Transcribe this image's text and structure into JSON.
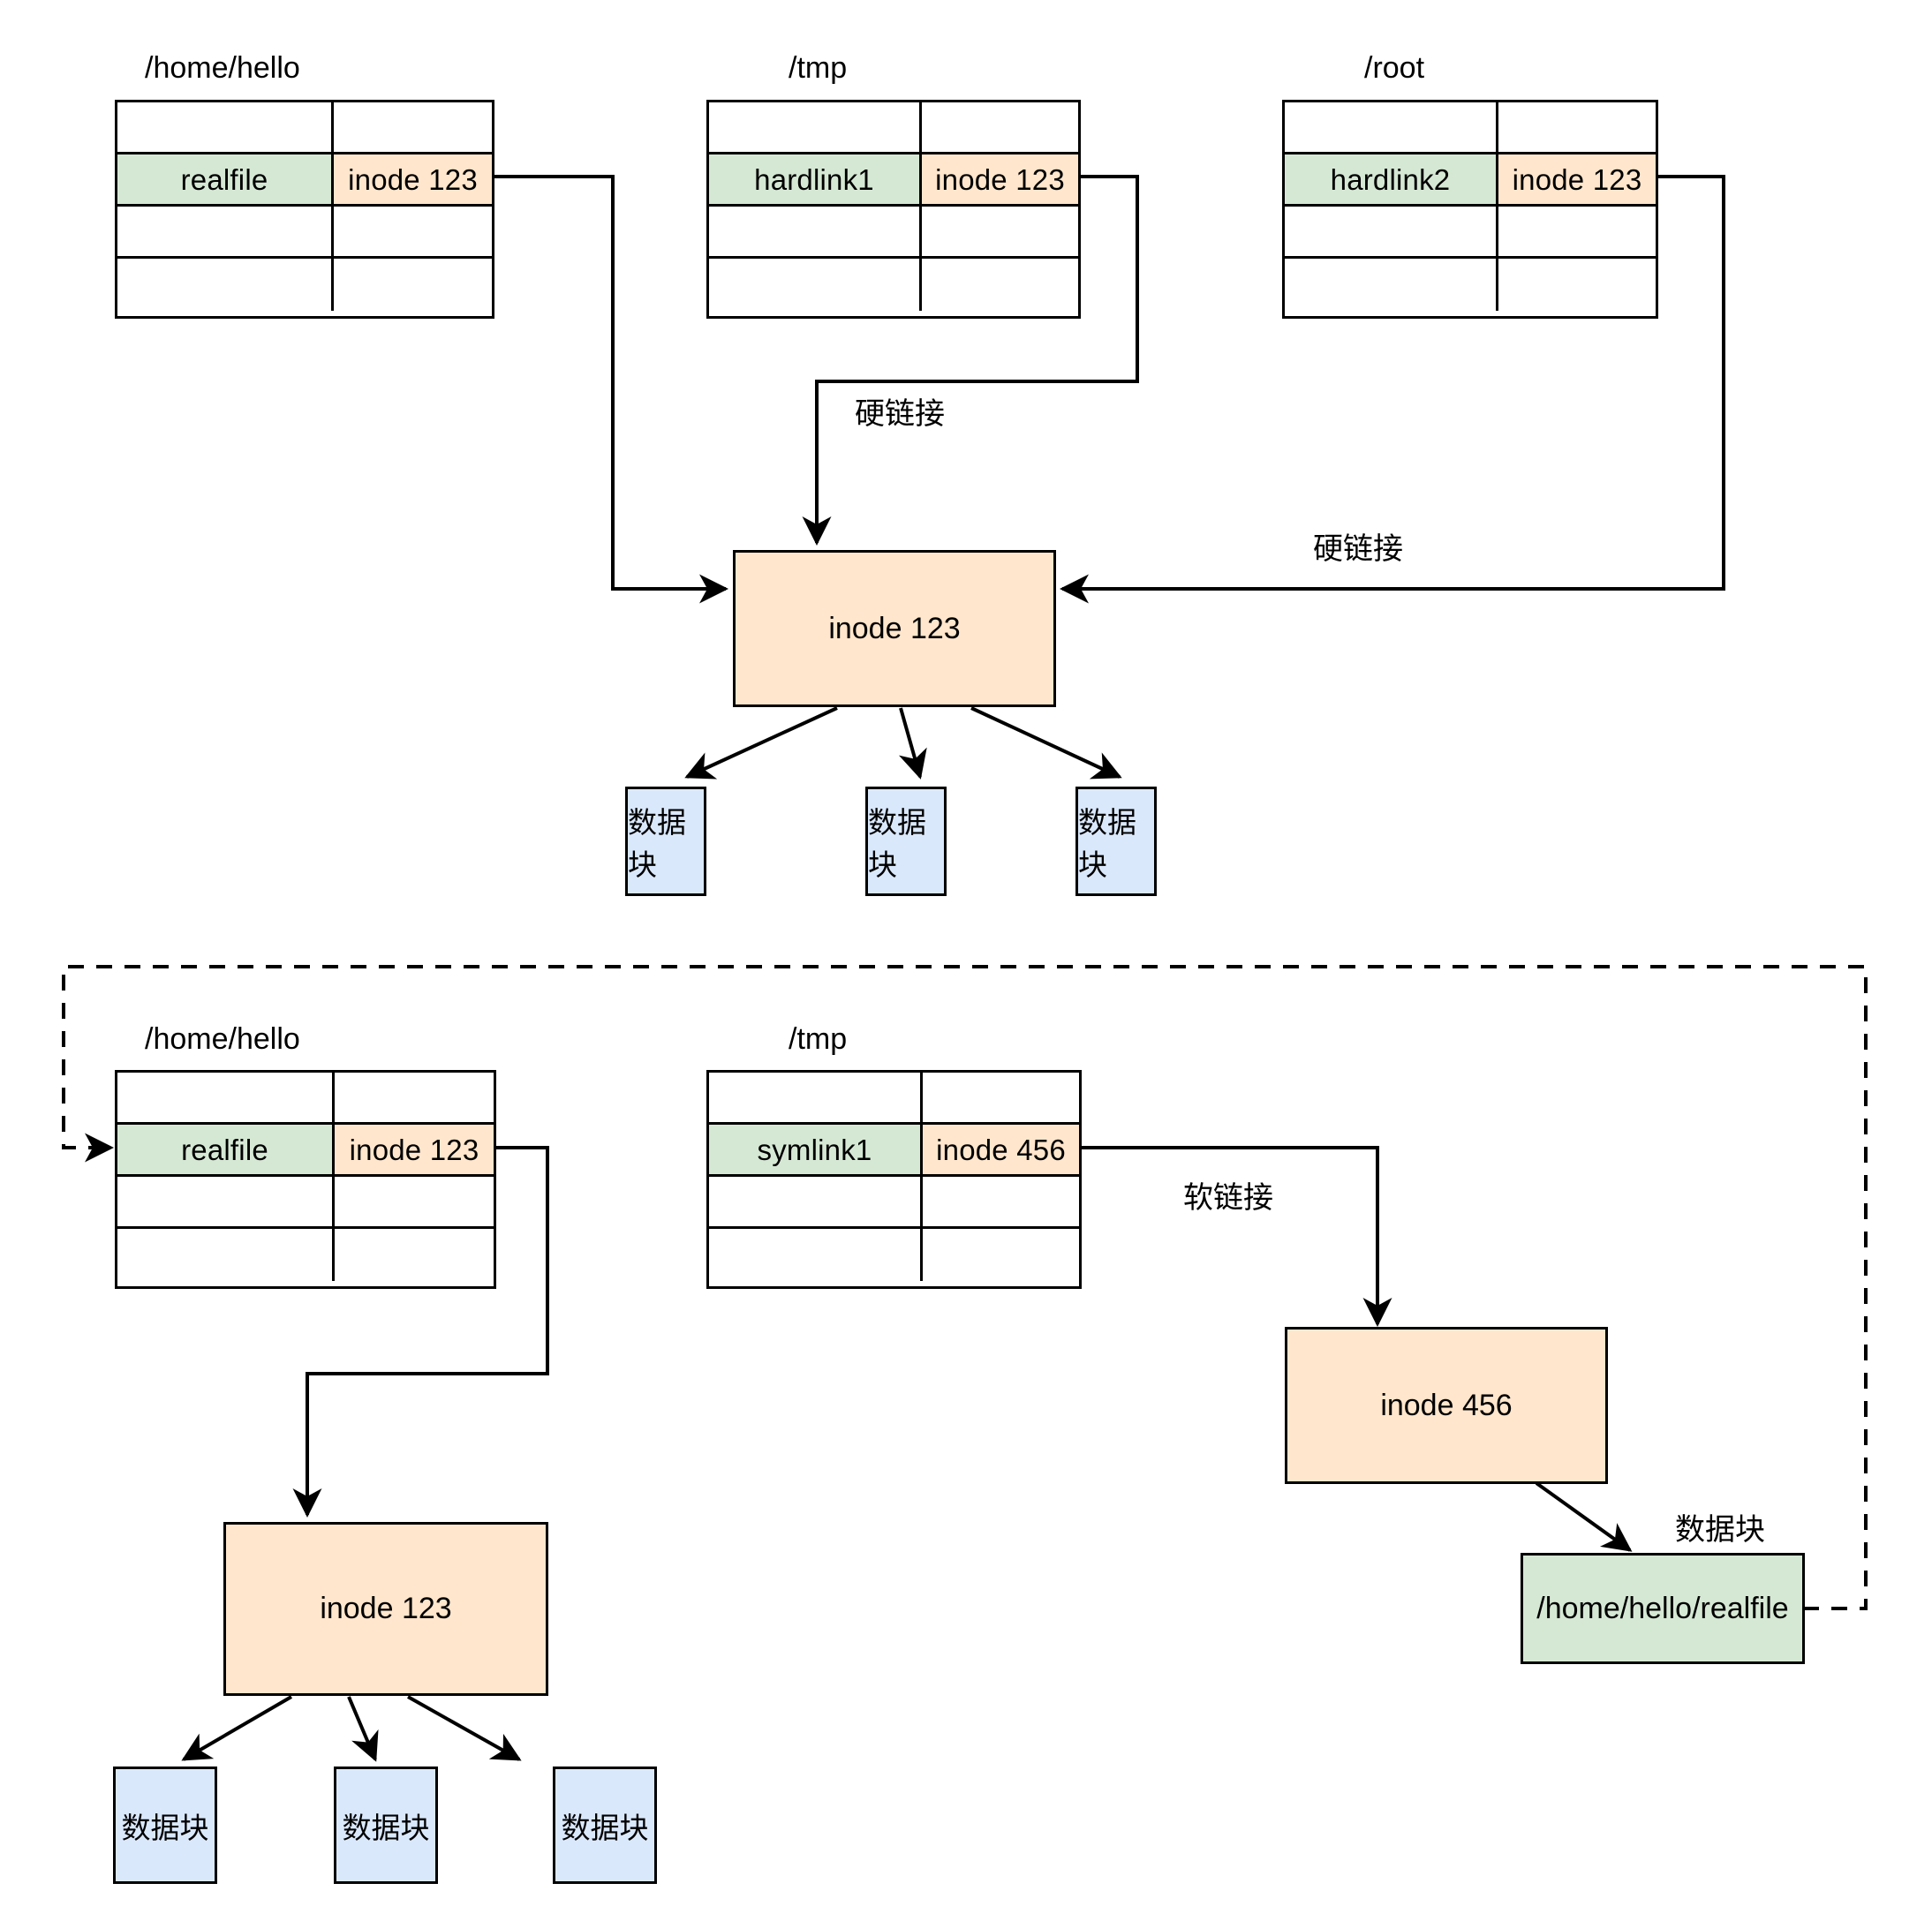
{
  "diagram": {
    "title_hidden": "",
    "colors": {
      "name_cell": "#d5e8d4",
      "inode_cell": "#ffe6cc",
      "inode_box": "#ffe6cc",
      "data_block": "#dae8fc",
      "path_box": "#d5e8d4",
      "stroke": "#000000",
      "background": "#ffffff"
    },
    "hardlink_section": {
      "tables": [
        {
          "path_label": "/home/hello",
          "rows": [
            {
              "name": "",
              "inode": "",
              "filled": false
            },
            {
              "name": "realfile",
              "inode": "inode 123",
              "filled": true
            },
            {
              "name": "",
              "inode": "",
              "filled": false
            },
            {
              "name": "",
              "inode": "",
              "filled": false
            }
          ]
        },
        {
          "path_label": "/tmp",
          "rows": [
            {
              "name": "",
              "inode": "",
              "filled": false
            },
            {
              "name": "hardlink1",
              "inode": "inode 123",
              "filled": true
            },
            {
              "name": "",
              "inode": "",
              "filled": false
            },
            {
              "name": "",
              "inode": "",
              "filled": false
            }
          ]
        },
        {
          "path_label": "/root",
          "rows": [
            {
              "name": "",
              "inode": "",
              "filled": false
            },
            {
              "name": "hardlink2",
              "inode": "inode 123",
              "filled": true
            },
            {
              "name": "",
              "inode": "",
              "filled": false
            },
            {
              "name": "",
              "inode": "",
              "filled": false
            }
          ]
        }
      ],
      "edge_labels": {
        "center": "硬链接",
        "right": "硬链接"
      },
      "inode_box": "inode 123",
      "data_blocks": [
        "数据块",
        "数据块",
        "数据块"
      ]
    },
    "symlink_section": {
      "tables": [
        {
          "path_label": "/home/hello",
          "rows": [
            {
              "name": "",
              "inode": "",
              "filled": false
            },
            {
              "name": "realfile",
              "inode": "inode 123",
              "filled": true
            },
            {
              "name": "",
              "inode": "",
              "filled": false
            },
            {
              "name": "",
              "inode": "",
              "filled": false
            }
          ]
        },
        {
          "path_label": "/tmp",
          "rows": [
            {
              "name": "",
              "inode": "",
              "filled": false
            },
            {
              "name": "symlink1",
              "inode": "inode 456",
              "filled": true
            },
            {
              "name": "",
              "inode": "",
              "filled": false
            },
            {
              "name": "",
              "inode": "",
              "filled": false
            }
          ]
        }
      ],
      "edge_labels": {
        "symlink": "软链接",
        "data_block": "数据块"
      },
      "inode_box_left": "inode 123",
      "inode_box_right": "inode 456",
      "data_blocks": [
        "数据块",
        "数据块",
        "数据块"
      ],
      "path_target": "/home/hello/realfile"
    }
  }
}
